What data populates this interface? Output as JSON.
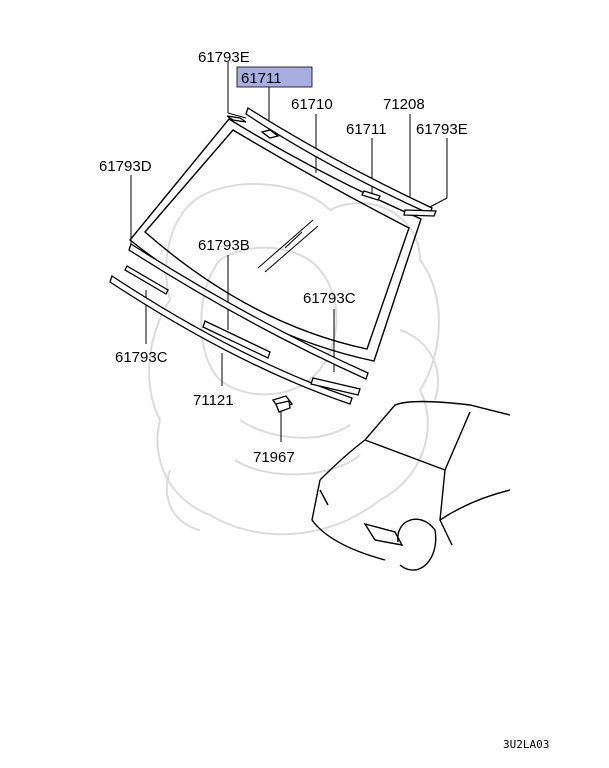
{
  "diagram_code": "3U2LA03",
  "highlight_color": "#a9aee0",
  "labels": {
    "p61793e_top": "61793E",
    "p61711_highlight": "61711",
    "p61710": "61710",
    "p71208": "71208",
    "p61711_right": "61711",
    "p61793e_right": "61793E",
    "p61793d": "61793D",
    "p61793b": "61793B",
    "p61793c_right": "61793C",
    "p61793c_left": "61793C",
    "p71121": "71121",
    "p71967": "71967"
  }
}
